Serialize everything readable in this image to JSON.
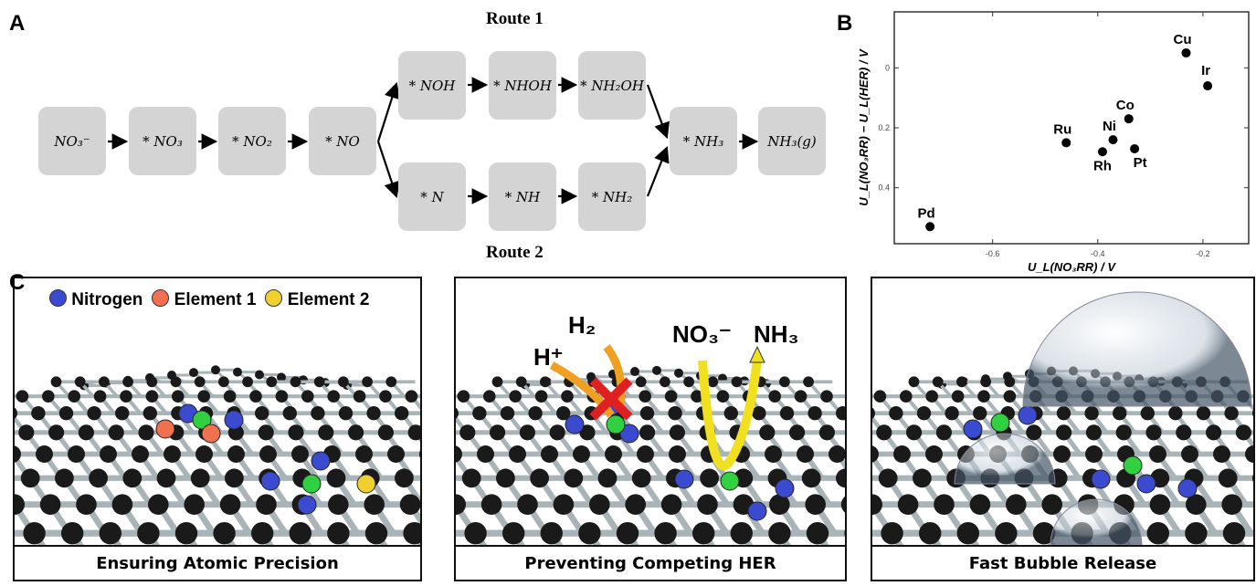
{
  "panels": {
    "a": "A",
    "b": "B",
    "c": "C"
  },
  "scheme": {
    "route1": "Route 1",
    "route2": "Route 2",
    "main": [
      "NO₃⁻",
      "* NO₃",
      "* NO₂",
      "* NO"
    ],
    "route1_steps": [
      "* NOH",
      "* NHOH",
      "* NH₂OH"
    ],
    "route2_steps": [
      "* N",
      "* NH",
      "* NH₂"
    ],
    "final": [
      "* NH₃",
      "NH₃(g)"
    ]
  },
  "chart_data": {
    "type": "scatter",
    "xlabel": "U_L(NO₃RR) / V",
    "ylabel": "U_L(NO₃RR) − U_L(HER) / V",
    "xlim": [
      -0.787,
      -0.113
    ],
    "ylim": [
      -0.187,
      0.587
    ],
    "y_inverted": true,
    "xticks": [
      {
        "v": -0.6,
        "label": "-0.6"
      },
      {
        "v": -0.4,
        "label": "-0.4"
      },
      {
        "v": -0.2,
        "label": "-0.2"
      }
    ],
    "yticks": [
      {
        "v": 0,
        "label": "0"
      },
      {
        "v": 0.2,
        "label": "0.2"
      },
      {
        "v": 0.4,
        "label": "0.4"
      }
    ],
    "points": [
      {
        "label": "Cu",
        "x": -0.232,
        "y": -0.05
      },
      {
        "label": "Ir",
        "x": -0.191,
        "y": 0.06
      },
      {
        "label": "Co",
        "x": -0.341,
        "y": 0.17
      },
      {
        "label": "Ni",
        "x": -0.371,
        "y": 0.24
      },
      {
        "label": "Rh",
        "x": -0.391,
        "y": 0.28
      },
      {
        "label": "Pt",
        "x": -0.33,
        "y": 0.27
      },
      {
        "label": "Ru",
        "x": -0.46,
        "y": 0.25
      },
      {
        "label": "Pd",
        "x": -0.719,
        "y": 0.53
      }
    ]
  },
  "panel_c": {
    "legend": [
      "Nitrogen",
      "Element 1",
      "Element 2"
    ],
    "legend_colors": [
      "#3b4bd0",
      "#f07050",
      "#f0d030"
    ],
    "h_plus": "H⁺",
    "h2": "H₂",
    "no3": "NO₃⁻",
    "nh3": "NH₃",
    "captions": [
      "Ensuring Atomic Precision",
      "Preventing Competing HER",
      "Fast Bubble Release"
    ]
  }
}
